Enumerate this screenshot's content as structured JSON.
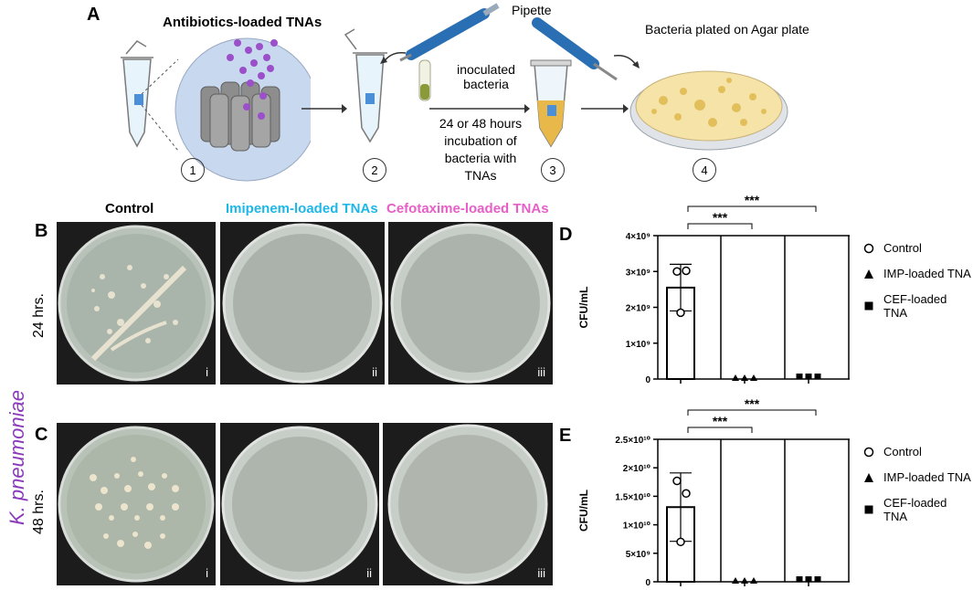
{
  "panel_labels": {
    "a": "A",
    "b": "B",
    "c": "C",
    "d": "D",
    "e": "E"
  },
  "schematic": {
    "title": "Antibiotics-loaded TNAs",
    "pipette_label": "Pipette",
    "inoculated": "inoculated\nbacteria",
    "incubation": "24 or 48 hours\nincubation of\nbacteria with\nTNAs",
    "plated": "Bacteria plated on Agar plate",
    "steps": [
      "1",
      "2",
      "3",
      "4"
    ]
  },
  "column_headers": {
    "control": "Control",
    "imipenem": "Imipenem-loaded TNAs",
    "cefotaxime": "Cefotaxime-loaded TNAs"
  },
  "colors": {
    "imipenem": "#1fb6e8",
    "cefotaxime": "#e85ec8",
    "species": "#8a3ab9",
    "tube_fluid": "#e8b84a"
  },
  "species": "K. pneumoniae",
  "row_labels": {
    "r24": "24 hrs.",
    "r48": "48 hrs."
  },
  "roman": [
    "i",
    "ii",
    "iii"
  ],
  "chart_data": [
    {
      "type": "bar",
      "panel": "D",
      "ylabel": "CFU/mL",
      "yticks": [
        "0",
        "1×10⁹",
        "2×10⁹",
        "3×10⁹",
        "4×10⁹"
      ],
      "ylim": [
        0,
        4000000000
      ],
      "categories": [
        "Control",
        "IMP-loaded TNA",
        "CEF-loaded TNA"
      ],
      "values": [
        2550000000,
        0,
        0
      ],
      "error": [
        650000000,
        0,
        0
      ],
      "points": [
        [
          3000000000,
          3020000000,
          1850000000
        ],
        [
          0,
          0,
          0
        ],
        [
          0,
          0,
          0
        ]
      ],
      "markers": [
        "circle",
        "triangle",
        "square"
      ],
      "significance": [
        "***",
        "***"
      ],
      "legend": [
        "Control",
        "IMP-loaded TNA",
        "CEF-loaded TNA"
      ]
    },
    {
      "type": "bar",
      "panel": "E",
      "ylabel": "CFU/mL",
      "yticks": [
        "0",
        "5×10⁹",
        "1×10¹⁰",
        "1.5×10¹⁰",
        "2×10¹⁰",
        "2.5×10¹⁰"
      ],
      "ylim": [
        0,
        25000000000
      ],
      "categories": [
        "Control",
        "IMP-loaded TNA",
        "CEF-loaded TNA"
      ],
      "values": [
        13100000000,
        0,
        0
      ],
      "error": [
        6000000000,
        0,
        0
      ],
      "points": [
        [
          17700000000,
          15500000000,
          7000000000
        ],
        [
          0,
          0,
          0
        ],
        [
          0,
          0,
          0
        ]
      ],
      "markers": [
        "circle",
        "triangle",
        "square"
      ],
      "significance": [
        "***",
        "***"
      ],
      "legend": [
        "Control",
        "IMP-loaded TNA",
        "CEF-loaded TNA"
      ]
    }
  ]
}
